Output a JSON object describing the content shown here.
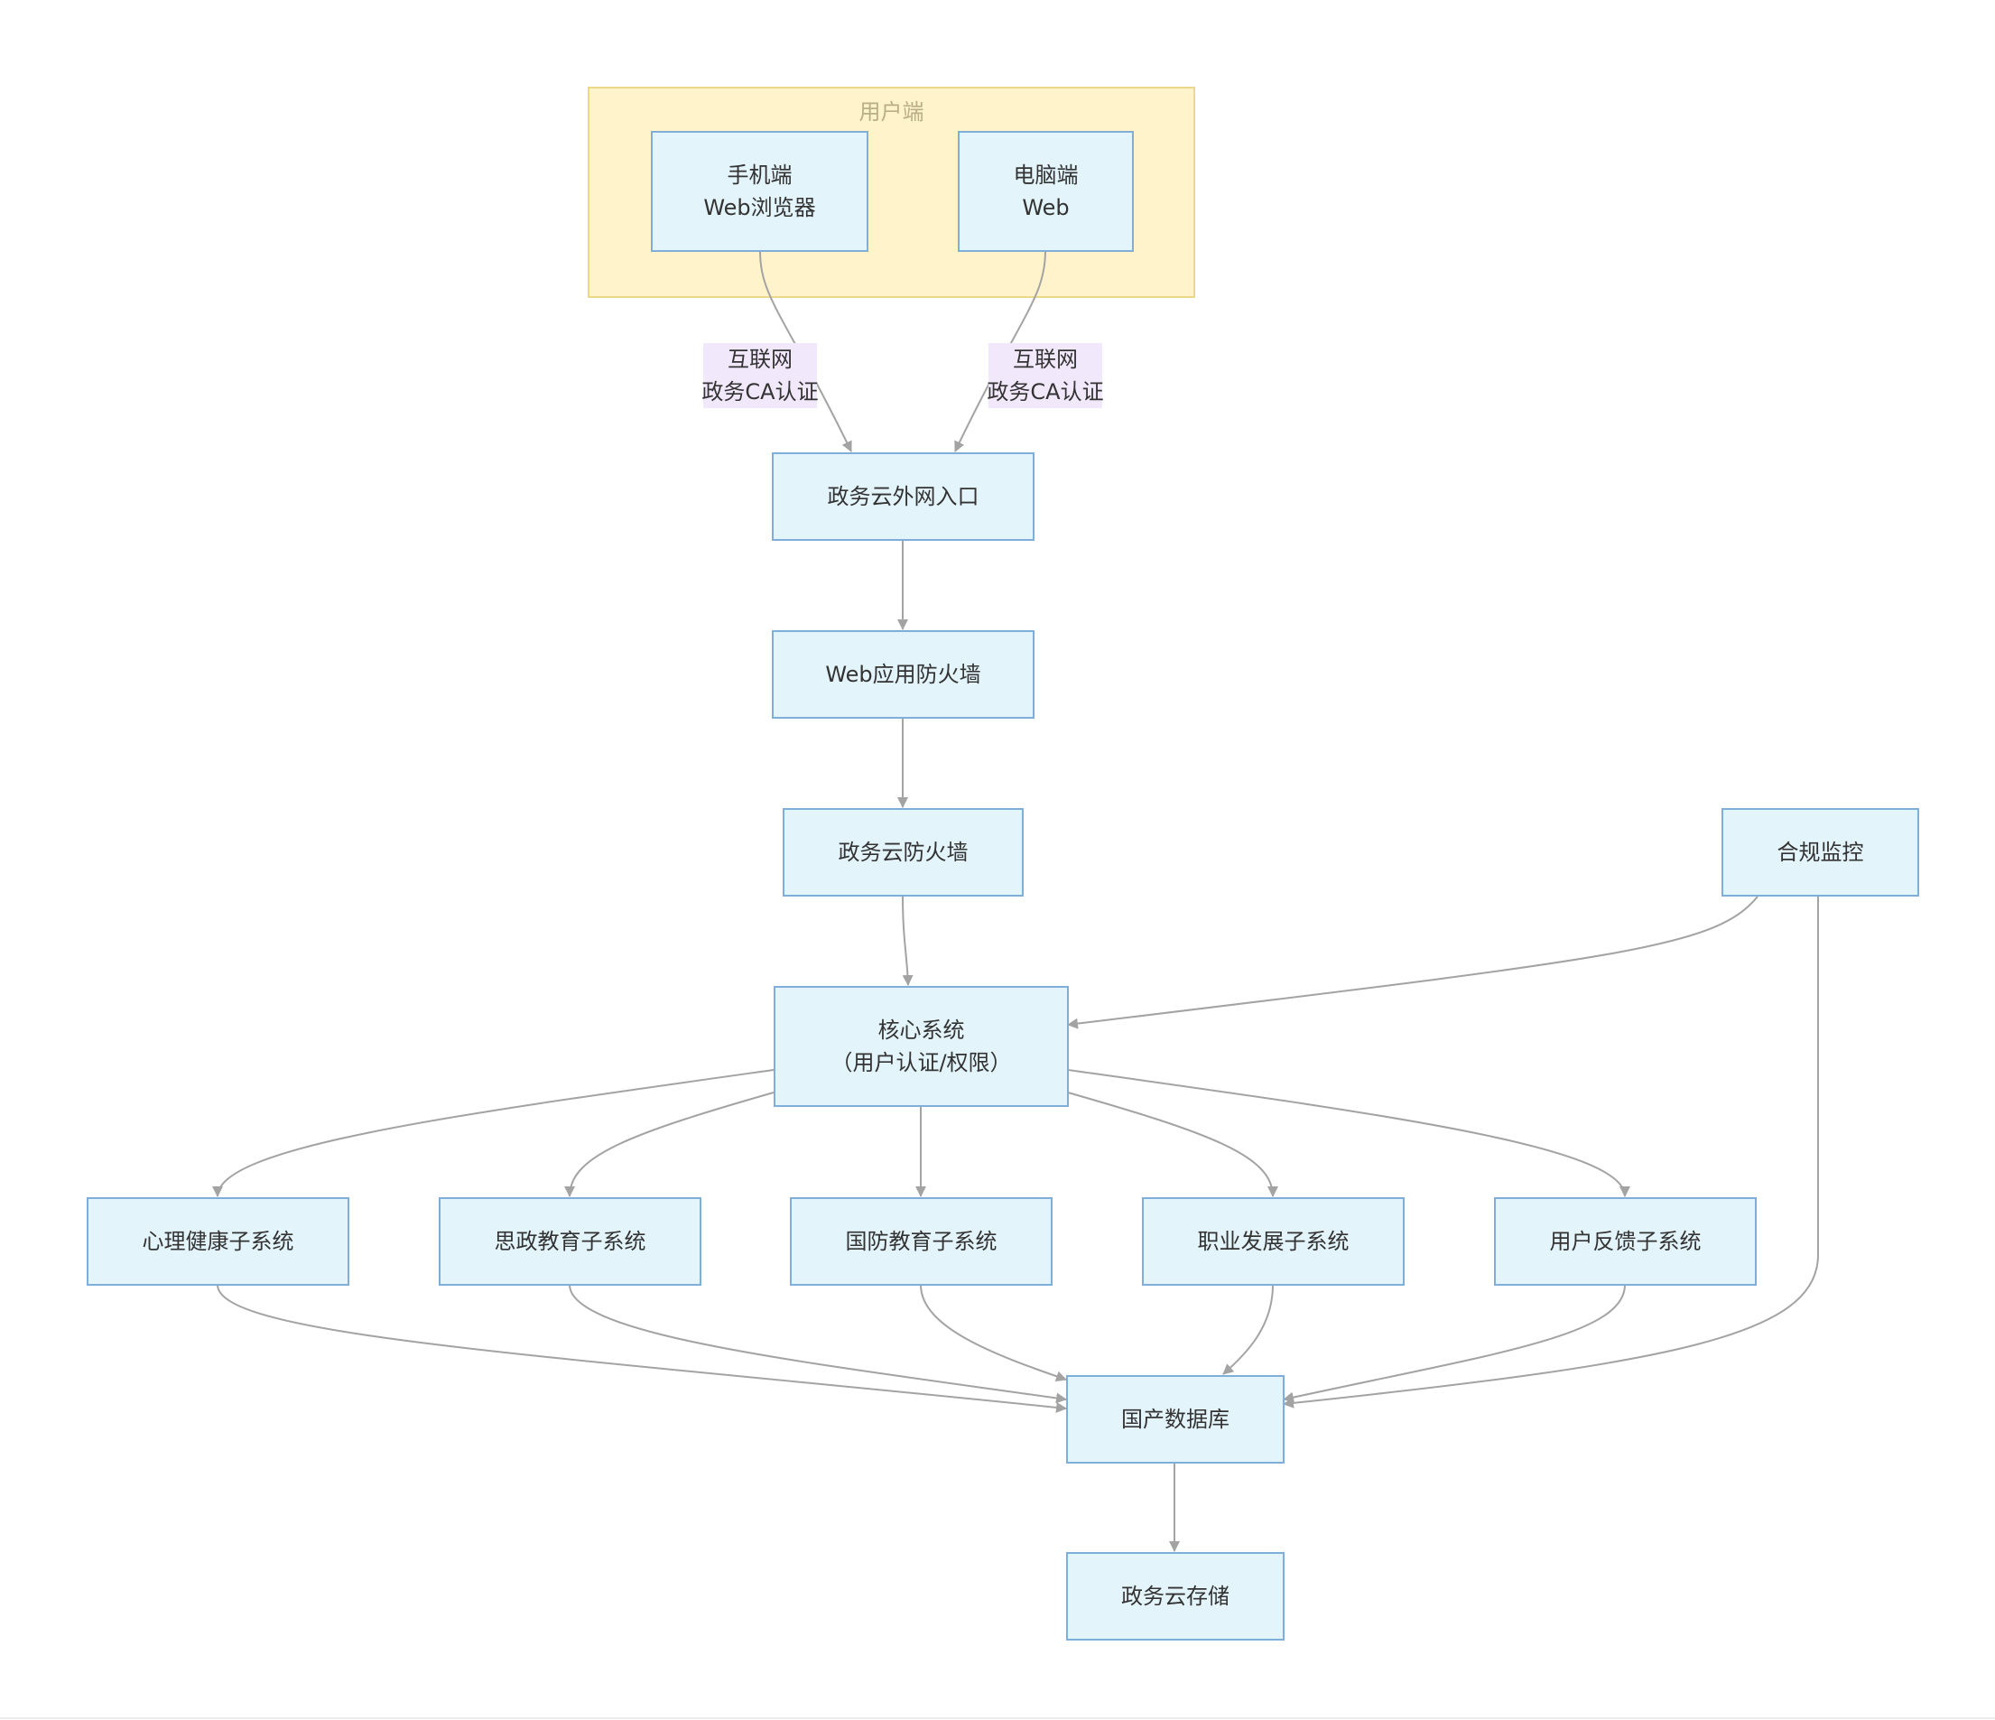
{
  "group": {
    "label": "用户端"
  },
  "nodes": {
    "mobile": {
      "lines": [
        "手机端",
        "Web浏览器"
      ]
    },
    "pc": {
      "lines": [
        "电脑端",
        "Web"
      ]
    },
    "gateway": {
      "lines": [
        "政务云外网入口"
      ]
    },
    "waf": {
      "lines": [
        "Web应用防火墙"
      ]
    },
    "firewall": {
      "lines": [
        "政务云防火墙"
      ]
    },
    "compliance": {
      "lines": [
        "合规监控"
      ]
    },
    "core": {
      "lines": [
        "核心系统",
        "（用户认证/权限）"
      ]
    },
    "psych": {
      "lines": [
        "心理健康子系统"
      ]
    },
    "ideo": {
      "lines": [
        "思政教育子系统"
      ]
    },
    "defense": {
      "lines": [
        "国防教育子系统"
      ]
    },
    "career": {
      "lines": [
        "职业发展子系统"
      ]
    },
    "feedback": {
      "lines": [
        "用户反馈子系统"
      ]
    },
    "db": {
      "lines": [
        "国产数据库"
      ]
    },
    "storage": {
      "lines": [
        "政务云存储"
      ]
    }
  },
  "edge_labels": {
    "mobile_gateway": {
      "lines": [
        "互联网",
        "政务CA认证"
      ]
    },
    "pc_gateway": {
      "lines": [
        "互联网",
        "政务CA认证"
      ]
    }
  },
  "colors": {
    "node_fill": "#e3f4fb",
    "node_border": "#7faedb",
    "group_fill": "#fff3cc",
    "group_border": "#ecd889",
    "edge_label_fill": "#f1e8fc",
    "edge": "#a3a3a3"
  }
}
